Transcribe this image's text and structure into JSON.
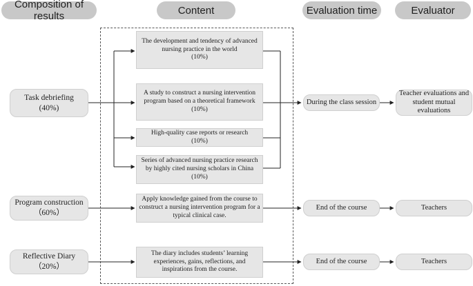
{
  "headers": {
    "composition": "Composition of results",
    "content": "Content",
    "evaluation_time": "Evaluation time",
    "evaluator": "Evaluator"
  },
  "components": [
    {
      "name": "Task debriefing",
      "weight": "(40%)"
    },
    {
      "name": "Program construction",
      "weight": "（60%）"
    },
    {
      "name": "Reflective Diary",
      "weight": "（20%）"
    }
  ],
  "contents": [
    {
      "line1": "The development and tendency of advanced",
      "line2": "nursing practice in the world",
      "weight": "(10%)"
    },
    {
      "line1": "A study to construct a nursing intervention",
      "line2": "program based on a theoretical framework",
      "weight": "(10%)"
    },
    {
      "line1": "High-quality case reports or research",
      "weight": "(10%)"
    },
    {
      "line1": "Series of advanced nursing practice research",
      "line2": "by highly cited nursing scholars in China",
      "weight": "(10%)"
    },
    {
      "line1": "Apply knowledge gained from the course to",
      "line2": "construct a nursing intervention program for a",
      "line3": "typical clinical case."
    },
    {
      "line1": "The diary includes students’ learning",
      "line2": "experiences, gains, reflections, and",
      "line3": "inspirations from the course."
    }
  ],
  "evaluation_times": [
    "During the class session",
    "End of the course",
    "End of the course"
  ],
  "evaluators": [
    {
      "line1": "Teacher evaluations and",
      "line2": "student mutual evaluations"
    },
    {
      "line1": "Teachers"
    },
    {
      "line1": "Teachers"
    }
  ]
}
